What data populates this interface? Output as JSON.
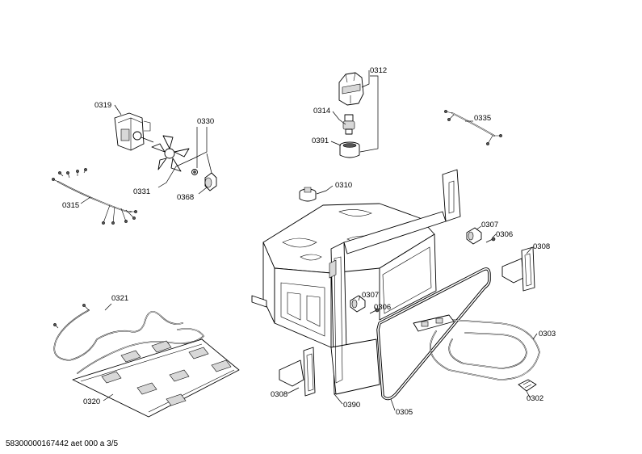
{
  "labels": {
    "p0312": "0312",
    "p0314": "0314",
    "p0391": "0391",
    "p0319": "0319",
    "p0330": "0330",
    "p0331": "0331",
    "p0368": "0368",
    "p0315": "0315",
    "p0335": "0335",
    "p0310": "0310",
    "p0307a": "0307",
    "p0306a": "0306",
    "p0308a": "0308",
    "p0321": "0321",
    "p0307b": "0307",
    "p0306b": "0306",
    "p0303": "0303",
    "p0308b": "0308",
    "p0390": "0390",
    "p0305": "0305",
    "p0302": "0302",
    "p0320": "0320"
  },
  "footer": "58300000167442 aet 000 a 3/5"
}
